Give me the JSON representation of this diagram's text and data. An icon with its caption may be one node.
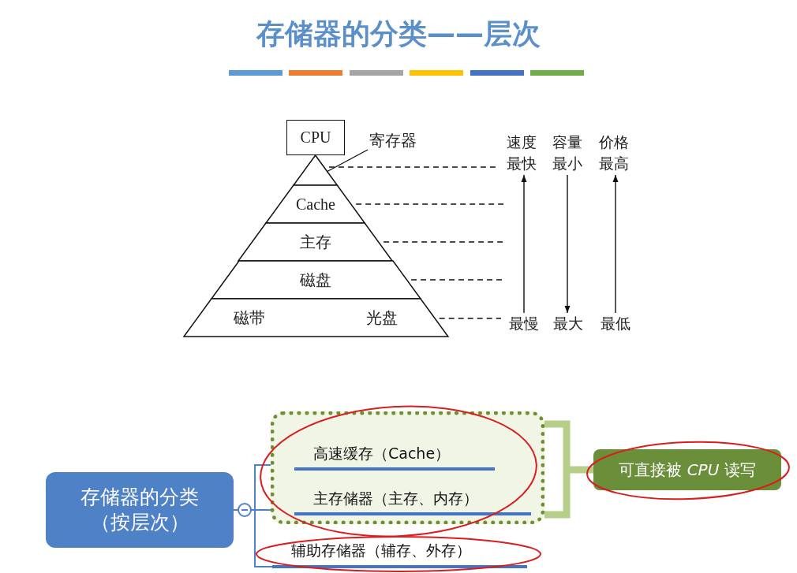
{
  "diagram": {
    "title": "存储器的分类——层次",
    "nodes": [
      {
        "text": [
          "CPU"
        ]
      },
      {
        "text": [
          "寄存器"
        ]
      },
      {
        "text": [],
        "shape": "trapezoid"
      },
      {
        "text": [
          "Cache"
        ]
      },
      {
        "text": [
          "主存"
        ]
      },
      {
        "text": [
          "磁盘"
        ]
      },
      {
        "text": [
          "磁带",
          "光盘"
        ]
      },
      {
        "text": [
          "最快"
        ]
      },
      {
        "text": [
          "最小"
        ]
      },
      {
        "text": [
          "最高"
        ]
      },
      {
        "text": [
          "最慢"
        ]
      },
      {
        "text": [
          "最大"
        ]
      },
      {
        "text": [
          "最低"
        ]
      },
      {
        "text": [
          "存储器的分类（按层次）"
        ]
      },
      {
        "text": [],
        "shape": "box"
      },
      {
        "text": [
          "高速缓存（Cache）"
        ],
        "in": 14
      },
      {
        "text": [
          "主存储器（主存、内存）"
        ],
        "in": 14
      },
      {
        "text": [
          "辅助存储器（辅存、外存）"
        ]
      },
      {
        "text": [
          "可直接被 *CPU* 读写"
        ]
      }
    ],
    "edges": [
      {
        "from": 1,
        "to": 2,
        "arrow": "none"
      },
      {
        "from": 2,
        "to": 7,
        "arrow": "none",
        "style": "dashed"
      },
      {
        "from": 3,
        "to": null,
        "arrow": "none",
        "style": "dashed"
      },
      {
        "from": 4,
        "to": null,
        "arrow": "none",
        "style": "dashed"
      },
      {
        "from": 5,
        "to": null,
        "arrow": "none",
        "style": "dashed"
      },
      {
        "from": 6,
        "to": 10,
        "arrow": "none",
        "style": "dashed"
      },
      {
        "from": 10,
        "to": 7,
        "arrow": "to"
      },
      {
        "from": 8,
        "to": 11,
        "arrow": "to"
      },
      {
        "from": 12,
        "to": 9,
        "arrow": "to"
      },
      {
        "from": 13,
        "to": 15,
        "arrow": "none",
        "color": "#4f81c7"
      },
      {
        "from": 13,
        "to": 16,
        "arrow": "none",
        "color": "#4f81c7"
      },
      {
        "from": 13,
        "to": 17,
        "arrow": "none",
        "color": "#4f81c7"
      },
      {
        "from": 14,
        "to": 18,
        "arrow": "none",
        "style": "thick",
        "color": "#b5cf88"
      }
    ],
    "labels": [
      "速度",
      "容量",
      "价格"
    ]
  }
}
